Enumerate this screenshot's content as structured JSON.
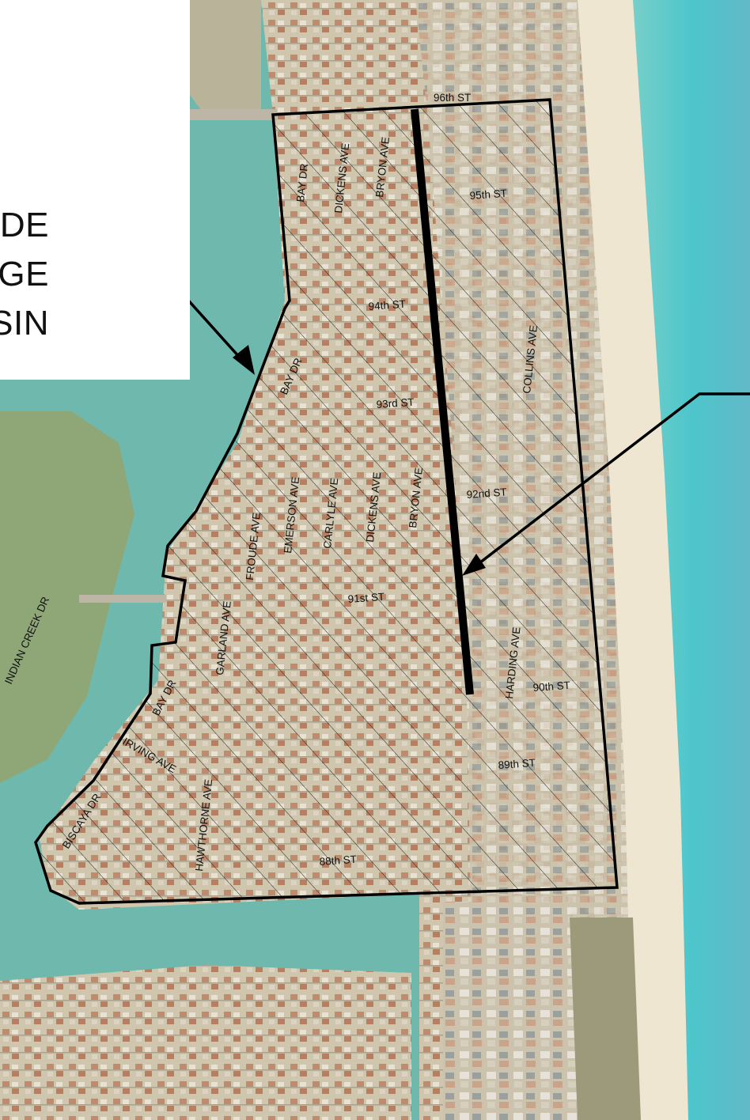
{
  "callout": {
    "lines": [
      "DE",
      "GE",
      "SIN"
    ]
  },
  "streets": [
    {
      "id": "96th-st",
      "label": "96th ST"
    },
    {
      "id": "95th-st",
      "label": "95th ST"
    },
    {
      "id": "94th-st",
      "label": "94th ST"
    },
    {
      "id": "93rd-st",
      "label": "93rd ST"
    },
    {
      "id": "92nd-st",
      "label": "92nd ST"
    },
    {
      "id": "91st-st",
      "label": "91st ST"
    },
    {
      "id": "90th-st",
      "label": "90th ST"
    },
    {
      "id": "89th-st",
      "label": "89th ST"
    },
    {
      "id": "88th-st",
      "label": "88th ST"
    },
    {
      "id": "bay-dr-north",
      "label": "BAY DR"
    },
    {
      "id": "dickens-ave-north",
      "label": "DICKENS AVE"
    },
    {
      "id": "bryon-ave-north",
      "label": "BRYON AVE"
    },
    {
      "id": "bay-dr-middle",
      "label": "BAY DR"
    },
    {
      "id": "collins-ave",
      "label": "COLLINS AVE"
    },
    {
      "id": "emerson-ave",
      "label": "EMERSON AVE"
    },
    {
      "id": "carlyle-ave",
      "label": "CARLYLE AVE"
    },
    {
      "id": "dickens-ave-south",
      "label": "DICKENS AVE"
    },
    {
      "id": "bryon-ave-south",
      "label": "BRYON AVE"
    },
    {
      "id": "froude-ave",
      "label": "FROUDE AVE"
    },
    {
      "id": "garland-ave",
      "label": "GARLAND AVE"
    },
    {
      "id": "harding-ave",
      "label": "HARDING AVE"
    },
    {
      "id": "indian-creek-dr",
      "label": "INDIAN CREEK DR"
    },
    {
      "id": "bay-dr-south",
      "label": "BAY DR"
    },
    {
      "id": "irving-ave",
      "label": "IRVING AVE"
    },
    {
      "id": "biscaya-dr",
      "label": "BISCAYA DR"
    },
    {
      "id": "hawthorne-ave",
      "label": "HAWTHORNE AVE"
    }
  ],
  "colors": {
    "water": "#6fb8ad",
    "deep_water": "#4fc4c8",
    "land": "#c9c0a8",
    "beach": "#efe6d2",
    "boundary": "#000000",
    "hatch": "#222222"
  }
}
